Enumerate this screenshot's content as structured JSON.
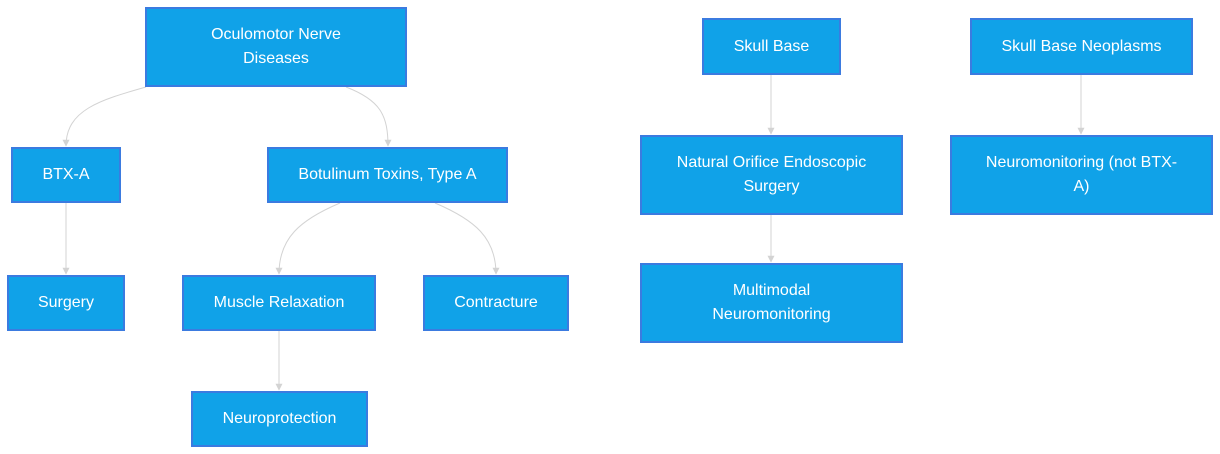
{
  "colors": {
    "node_fill": "#10a2e8",
    "node_border": "#3b7be0",
    "node_text": "#ffffff",
    "edge": "#d3d3d3"
  },
  "nodes": {
    "oculomotor": "Oculomotor Nerve Diseases",
    "btxa": "BTX-A",
    "botulinum": "Botulinum Toxins, Type A",
    "surgery": "Surgery",
    "muscle": "Muscle Relaxation",
    "contracture": "Contracture",
    "neuroprotection": "Neuroprotection",
    "skullbase": "Skull Base",
    "notes": "Natural Orifice Endoscopic Surgery",
    "multimodal": "Multimodal Neuromonitoring",
    "skullneo": "Skull Base Neoplasms",
    "neuromon": "Neuromonitoring (not BTX-A)"
  }
}
